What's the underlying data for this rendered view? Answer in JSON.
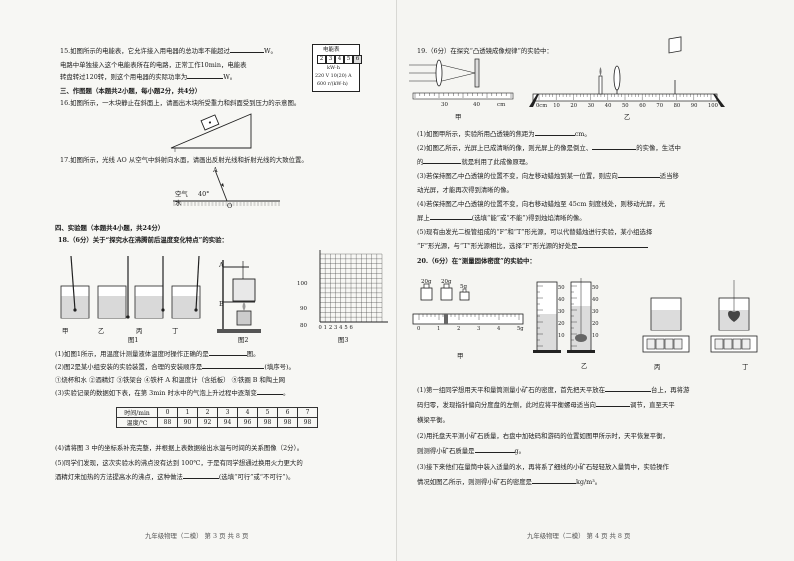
{
  "left": {
    "q15": {
      "line1": "15.如图所示的电能表，它允许接入用电器的总功率不能超过",
      "unit1": "W。",
      "line2": "电路中单独接入这个电能表所在的电路，正常工作10min，电能表",
      "line3": "转盘转过120转，则这个用电器的实际功率为",
      "unit2": "W。",
      "meter": {
        "title": "电能表",
        "digits": [
          "2",
          "3",
          "4",
          "5",
          "6"
        ],
        "unit": "kW·h",
        "spec1": "220 V 10(20) A",
        "spec2": "600 r/(kW·h)"
      }
    },
    "sec3": "三、作图题（本题共2小题，每小题2分，共4分）",
    "q16": {
      "line1": "16.如图所示，一木块静止在斜面上，请画出木块所受重力和斜面受到压力的示意图。"
    },
    "q17": {
      "line1": "17.如图所示，光线 AO 从空气中斜射向水面，请画出反射光线和折射光线的大致位置。",
      "lbl_a": "A",
      "lbl_air": "空气",
      "lbl_angle": "40°",
      "lbl_water": "水",
      "lbl_o": "O"
    },
    "sec4": "四、实验题（本题共4小题，共24分）",
    "q18": {
      "line1": "18.（6分）关于“探究水在沸腾前后温度变化特点”的实验：",
      "sub_labels": [
        "甲",
        "乙",
        "丙",
        "丁"
      ],
      "fig_labels": [
        "图1",
        "图2",
        "图3"
      ],
      "app_labels": [
        "A",
        "B"
      ],
      "y_ticks": [
        "100",
        "90",
        "80"
      ],
      "x_ticks": [
        "0",
        "1",
        "2",
        "3",
        "4",
        "5",
        "6"
      ],
      "p1": "(1)如图1所示，用温度计测量液体温度时操作正确的是",
      "p1_end": "图。",
      "p2": "(2)图2是某小组安装的实验装置，合理的安装顺序是",
      "p2_end": "(填序号)。",
      "p2_items": "①烧杯和水   ②酒精灯   ③铁架台   ④铁杆 A 和温度计（含纸板）   ⑤铁圈 B 和陶土网",
      "p3": "(3)实验记录的数据如下表，在第 3min 时水中的气泡上升过程中逐渐变",
      "p3_end": "。",
      "table_head": [
        "时间/min",
        "0",
        "1",
        "2",
        "3",
        "4",
        "5",
        "6",
        "7"
      ],
      "table_row": [
        "温度/℃",
        "88",
        "90",
        "92",
        "94",
        "96",
        "98",
        "98",
        "98"
      ],
      "p4": "(4)请将图 3 中的坐标系补充完整，并根据上表数据绘出水温与时间的关系图像（2分）。",
      "p5a": "(5)同学们发现，这次实验水的沸点没有达到 100℃，于是有同学想通过换用火力更大的",
      "p5b": "酒精灯来加热的方法提高水的沸点，这种做法",
      "p5b_end": "(选填“可行”或“不可行”)。"
    },
    "footer": "九年级物理（二模）  第 3 页 共 8 页"
  },
  "right": {
    "q19": {
      "line1": "19.（6分）在探究“凸透镜成像规律”的实验中：",
      "fig_labels": [
        "甲",
        "乙"
      ],
      "ruler_a": [
        "30",
        "40",
        "cm"
      ],
      "ruler_b": [
        "0cm",
        "10",
        "20",
        "30",
        "40",
        "50",
        "60",
        "70",
        "80",
        "90",
        "100"
      ],
      "p1": "(1)如图甲所示，实验所用凸透镜的焦距为",
      "p1_end": "cm。",
      "p2": "(2)如图乙所示，光屏上已成清晰的像，则光屏上的像是倒立、",
      "p2_mid": "的实像，生活中",
      "p2b": "的",
      "p2b_end": "就是利用了此成像原理。",
      "p3": "(3)若保持图乙中凸透镜的位置不变，向左移动蜡烛到某一位置，则应向",
      "p3_end": "适当移",
      "p3b": "动光屏，才能再次得到清晰的像。",
      "p4": "(4)若保持图乙中凸透镜的位置不变，向右移动蜡烛至 45cm 刻度线处，则移动光屏，光",
      "p4b": "屏上",
      "p4b_end": "(选填“能”或“不能”)得到烛焰清晰的像。",
      "p5": "(5)现有由发光二极管组成的“F”和“T”形光源，可以代替蜡烛进行实验，某小组选择",
      "p5b": "“F”形光源，与“T”形光源相比，选择“F”形光源的好处是"
    },
    "q20": {
      "line1": "20.（6分）在“测量固体密度”的实验中：",
      "weights": [
        "20g",
        "20g",
        "5g"
      ],
      "scale_marks": [
        "0",
        "1",
        "2",
        "3",
        "4",
        "5g"
      ],
      "fig_labels": [
        "甲",
        "乙",
        "丙",
        "丁"
      ],
      "cyl_marks": [
        "50",
        "40",
        "30",
        "20",
        "10"
      ],
      "p1": "(1)第一组同学想用天平和量筒测量小矿石的密度，首先把天平放在",
      "p1_end": "台上，再将游",
      "p1b": "码归零，发现指针偏向分度盘的左侧，此时应将平衡螺母适当向",
      "p1b_end": "调节，直至天平",
      "p1c": "横梁平衡。",
      "p2": "(2)用托盘天平测小矿石质量，右盘中加砝码和游码的位置如图甲所示时，天平恢复平衡，",
      "p2b": "则测得小矿石质量是",
      "p2b_end": "g。",
      "p3": "(3)接下来他们在量筒中装入适量的水，再将系了细线的小矿石轻轻放入量筒中，实验操作",
      "p3b": "情况如图乙所示，则测得小矿石的密度是",
      "p3b_end": "kg/m³。"
    },
    "footer": "九年级物理（二模）  第 4 页 共 8 页"
  }
}
